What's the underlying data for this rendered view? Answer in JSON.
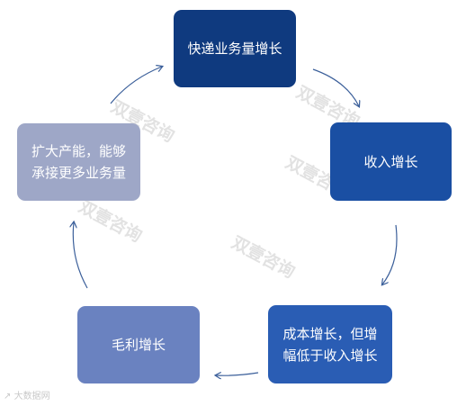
{
  "nodes": [
    {
      "id": "n1",
      "label": "快递业务量增长"
    },
    {
      "id": "n2",
      "label": "收入增长"
    },
    {
      "id": "n3",
      "label": "成本增长，但增\n幅低于收入增长"
    },
    {
      "id": "n4",
      "label": "毛利增长"
    },
    {
      "id": "n5",
      "label": "扩大产能，能够\n承接更多业务量"
    }
  ],
  "watermark": "双壹咨询",
  "logo_text": "大数据网",
  "colors": {
    "node1": "#0f3a7f",
    "node2": "#1a4fa3",
    "node3": "#2a5db4",
    "node4": "#6a82c0",
    "node5": "#9ea7c7",
    "arrow": "#3b5f9a"
  }
}
